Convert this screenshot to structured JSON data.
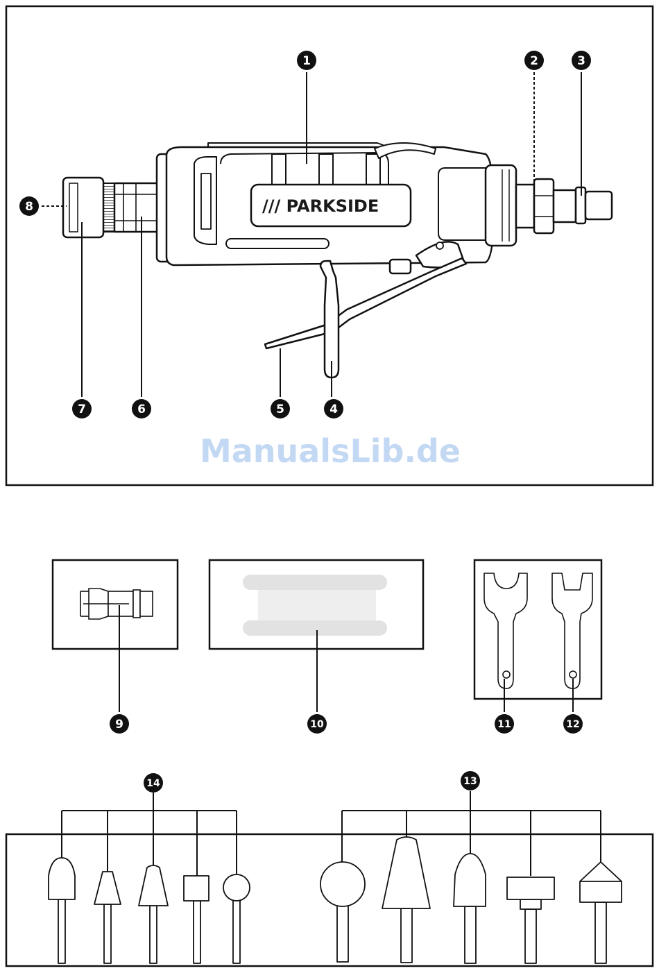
{
  "brand": "/// PARKSIDE",
  "watermark": "ManualsLib.de",
  "callouts": {
    "c1": "1",
    "c2": "2",
    "c3": "3",
    "c4": "4",
    "c5": "5",
    "c6": "6",
    "c7": "7",
    "c8": "8",
    "c9": "9",
    "c10": "10",
    "c11": "11",
    "c12": "12",
    "c13": "13",
    "c14": "14"
  },
  "colors": {
    "ink": "#111111",
    "watermark": "#c3d8f3",
    "fill": "#ffffff",
    "spool": "#eeeeee"
  }
}
